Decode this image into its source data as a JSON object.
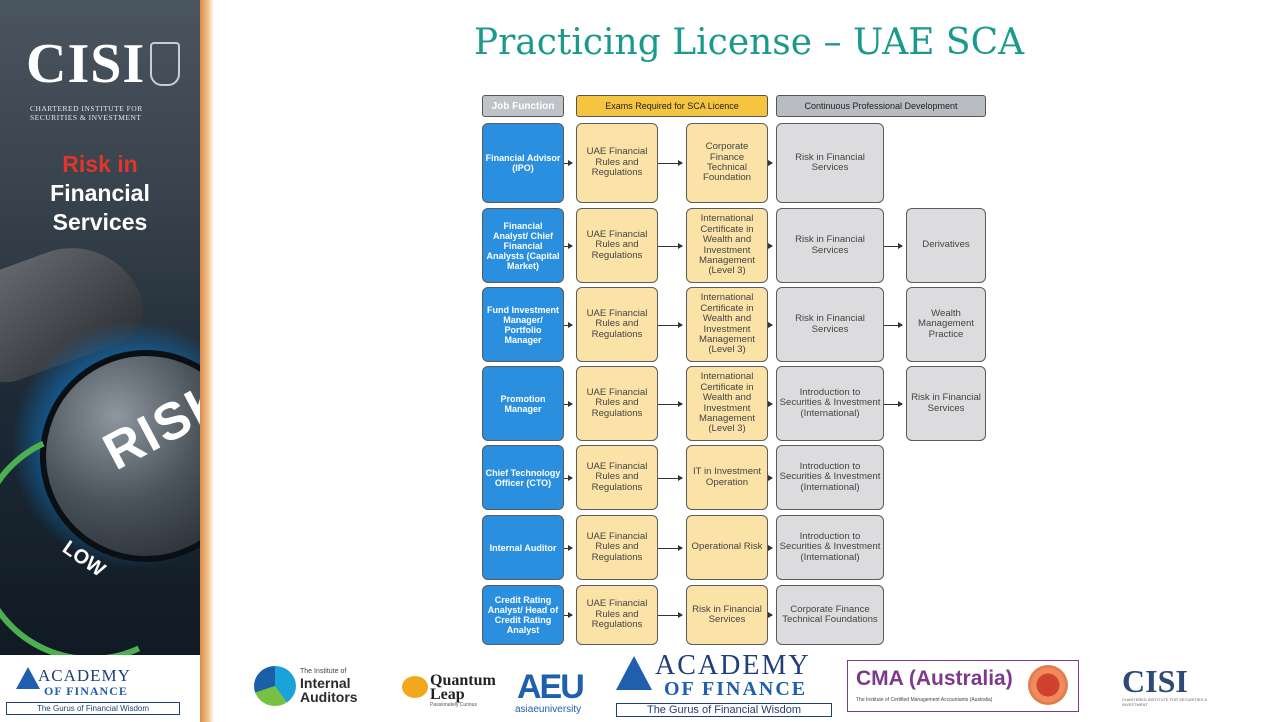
{
  "sidebar": {
    "logo_text": "CISI",
    "logo_sub": "CHARTERED INSTITUTE FOR SECURITIES & INVESTMENT",
    "course_line1": "Risk in",
    "course_line2": "Financial",
    "course_line3": "Services",
    "knob_text": "RISK",
    "dial_text": "LOW",
    "academy": {
      "name": "ACADEMY",
      "of": "OF FINANCE",
      "tagline": "The Gurus of Financial Wisdom"
    }
  },
  "title": "Practicing License – UAE SCA",
  "diagram": {
    "headers": {
      "job": "Job Function",
      "exams": "Exams Required for SCA Licence",
      "cpd": "Continuous Professional Development"
    },
    "rows": [
      {
        "job": "Financial Advisor (IPO)",
        "exam1": "UAE Financial Rules and Regulations",
        "exam2": "Corporate Finance Technical Foundation",
        "cpd1": "Risk in Financial Services",
        "cpd2": ""
      },
      {
        "job": "Financial Analyst/ Chief Financial Analysts (Capital Market)",
        "exam1": "UAE Financial Rules and Regulations",
        "exam2": "International Certificate in Wealth and Investment Management (Level 3)",
        "cpd1": "Risk in Financial Services",
        "cpd2": "Derivatives"
      },
      {
        "job": "Fund Investment Manager/ Portfolio Manager",
        "exam1": "UAE Financial Rules and Regulations",
        "exam2": "International Certificate in Wealth and Investment Management (Level 3)",
        "cpd1": "Risk in Financial Services",
        "cpd2": "Wealth Management Practice"
      },
      {
        "job": "Promotion Manager",
        "exam1": "UAE Financial Rules and Regulations",
        "exam2": "International Certificate in Wealth and Investment Management (Level 3)",
        "cpd1": "Introduction to Securities & Investment (International)",
        "cpd2": "Risk in Financial Services"
      },
      {
        "job": "Chief Technology Officer (CTO)",
        "exam1": "UAE Financial Rules and Regulations",
        "exam2": "IT in Investment Operation",
        "cpd1": "Introduction to Securities & Investment (International)",
        "cpd2": ""
      },
      {
        "job": "Internal Auditor",
        "exam1": "UAE Financial Rules and Regulations",
        "exam2": "Operational Risk",
        "cpd1": "Introduction to Securities & Investment (International)",
        "cpd2": ""
      },
      {
        "job": "Credit Rating Analyst/ Head of Credit Rating Analyst",
        "exam1": "UAE Financial Rules and Regulations",
        "exam2": "Risk in Financial Services",
        "cpd1": "Corporate Finance Technical Foundations",
        "cpd2": ""
      }
    ]
  },
  "footer": {
    "iia_small": "The Institute of",
    "iia_big": "Internal Auditors",
    "quantum": "Quantum Leap",
    "quantum_tag": "Passionately Curious",
    "aeu": "AEU",
    "aeu_sub": "asiaeuniversity",
    "academy": {
      "name": "ACADEMY",
      "of": "OF FINANCE",
      "tagline": "The Gurus of Financial Wisdom"
    },
    "cma": "CMA (Australia)",
    "cma_sub": "The Institute of Certified Management Accountants (Australia)",
    "cisi": "CISI",
    "cisi_sub": "CHARTERED INSTITUTE FOR SECURITIES & INVESTMENT"
  },
  "colors": {
    "title": "#1a9a8a",
    "job_box": "#2b8fe0",
    "exam_box": "#fbe3a8",
    "cpd_box": "#dcdcde",
    "exam_header": "#f5c542"
  }
}
